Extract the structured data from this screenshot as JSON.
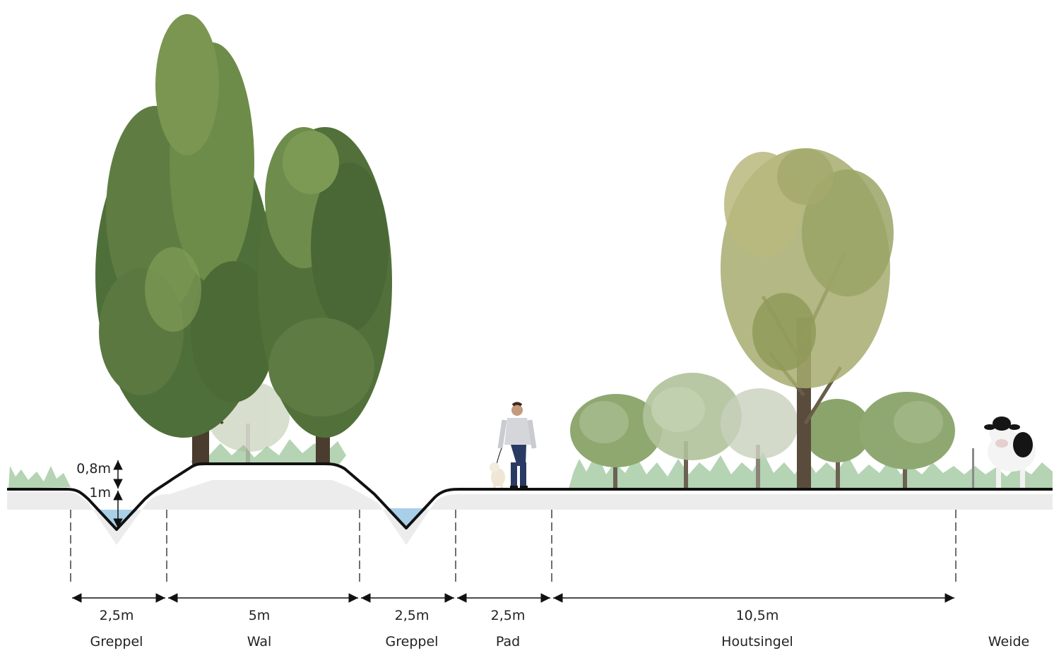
{
  "depth_labels": {
    "top": "0,8m",
    "bottom": "1m"
  },
  "zones": [
    {
      "width": "2,5m",
      "name": "Greppel"
    },
    {
      "width": "5m",
      "name": "Wal"
    },
    {
      "width": "2,5m",
      "name": "Greppel"
    },
    {
      "width": "2,5m",
      "name": "Pad"
    },
    {
      "width": "10,5m",
      "name": "Houtsingel"
    },
    {
      "width": "",
      "name": "Weide"
    }
  ],
  "colors": {
    "ground_line": "#111111",
    "ground_shadow": "#ececec",
    "water": "#a9cfe8",
    "grass": "#a7cda6",
    "tree_dark": "#4f6f3a",
    "tree_mid": "#6d8c4a",
    "tree_light": "#9fb07a"
  }
}
